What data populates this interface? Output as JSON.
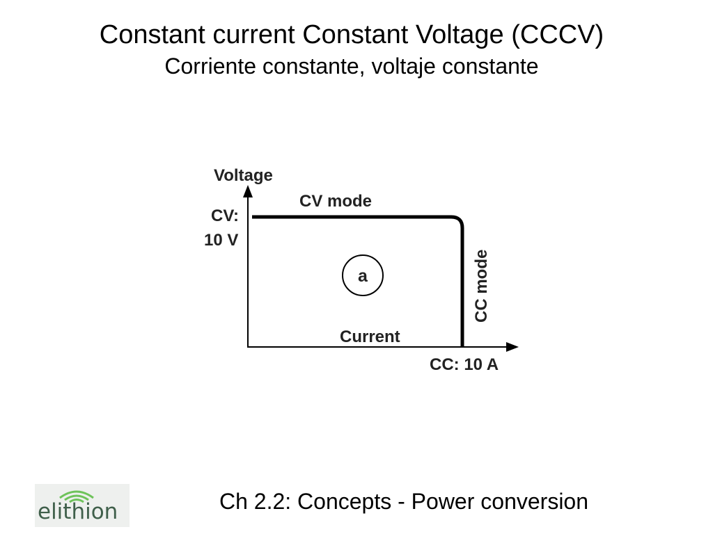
{
  "slide": {
    "title": "Constant current Constant Voltage (CCCV)",
    "subtitle": "Corriente constante, voltaje constante",
    "footer": "Ch 2.2: Concepts - Power conversion"
  },
  "logo": {
    "text": "elithion",
    "colors": {
      "text": "#3f5f4a",
      "arcs": "#6ec35a",
      "background": "#eef0ee"
    }
  },
  "diagram": {
    "y_axis_label": "Voltage",
    "x_axis_label": "Current",
    "cv_label_line1": "CV:",
    "cv_label_line2": "10 V",
    "cc_label": "CC: 10 A",
    "cv_mode_label": "CV mode",
    "cc_mode_label": "CC mode",
    "region_label": "a",
    "colors": {
      "axis": "#000000",
      "curve": "#000000",
      "text": "#222222"
    }
  }
}
